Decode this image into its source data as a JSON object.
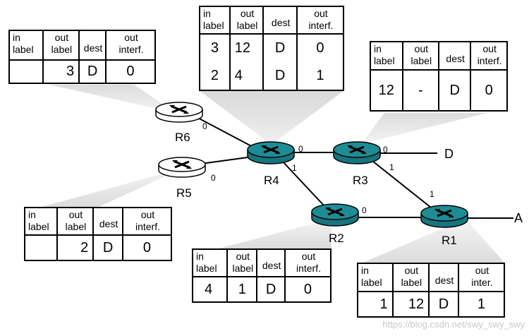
{
  "routers": {
    "R1": "R1",
    "R2": "R2",
    "R3": "R3",
    "R4": "R4",
    "R5": "R5",
    "R6": "R6"
  },
  "destinations": {
    "D": "D",
    "A": "A"
  },
  "interfaces": {
    "r6_0": "0",
    "r5_0": "0",
    "r4_0": "0",
    "r4_1": "1",
    "r3_0": "0",
    "r3_1": "1",
    "r2_0": "0",
    "r1_1": "1"
  },
  "headers": {
    "in": [
      "in",
      "label"
    ],
    "out": [
      "out",
      "label"
    ],
    "dest": "dest",
    "interf": [
      "out",
      "interf."
    ],
    "inter": [
      "out",
      "inter."
    ]
  },
  "tables": {
    "r6": {
      "rows": [
        [
          "",
          "3",
          "D",
          "0"
        ]
      ]
    },
    "r4": {
      "rows": [
        [
          "3",
          "12",
          "D",
          "0"
        ],
        [
          "2",
          "4",
          "D",
          "1"
        ]
      ]
    },
    "r3": {
      "rows": [
        [
          "12",
          "-",
          "D",
          "0"
        ]
      ]
    },
    "r5": {
      "rows": [
        [
          "",
          "2",
          "D",
          "0"
        ]
      ]
    },
    "r2": {
      "rows": [
        [
          "4",
          "1",
          "D",
          "0"
        ]
      ]
    },
    "r1": {
      "rows": [
        [
          "1",
          "12",
          "D",
          "1"
        ]
      ]
    }
  },
  "watermark": "https://blog.csdn.net/swy_swy_swy",
  "colors": {
    "router_teal": "#1e8c95",
    "router_white": "#ffffff",
    "callout_gray": "#e2e2e2"
  }
}
